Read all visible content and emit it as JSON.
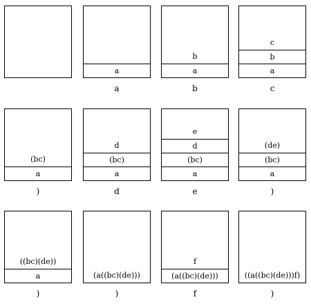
{
  "panels": [
    {
      "cells": [],
      "floating": null,
      "caption": ""
    },
    {
      "cells": [
        "a"
      ],
      "floating": null,
      "caption": "a"
    },
    {
      "cells": [
        "a"
      ],
      "floating": "b",
      "caption": "b"
    },
    {
      "cells": [
        "a",
        "b"
      ],
      "floating": "c",
      "caption": "c"
    },
    {
      "cells": [
        "a"
      ],
      "floating": "(bc)",
      "caption": ")"
    },
    {
      "cells": [
        "a",
        "(bc)"
      ],
      "floating": "d",
      "caption": "d"
    },
    {
      "cells": [
        "a",
        "(bc)",
        "d"
      ],
      "floating": "e",
      "caption": "e"
    },
    {
      "cells": [
        "a",
        "(bc)"
      ],
      "floating": "(de)",
      "caption": ")"
    },
    {
      "cells": [
        "a"
      ],
      "floating": "((bc)(de))",
      "caption": ")"
    },
    {
      "cells": [],
      "floating": "(a((bc)(de)))",
      "caption": ")"
    },
    {
      "cells": [
        "(a((bc)(de)))"
      ],
      "floating": "f",
      "caption": "f"
    },
    {
      "cells": [],
      "floating": "((a((bc)(de)))f)",
      "caption": ")"
    }
  ]
}
